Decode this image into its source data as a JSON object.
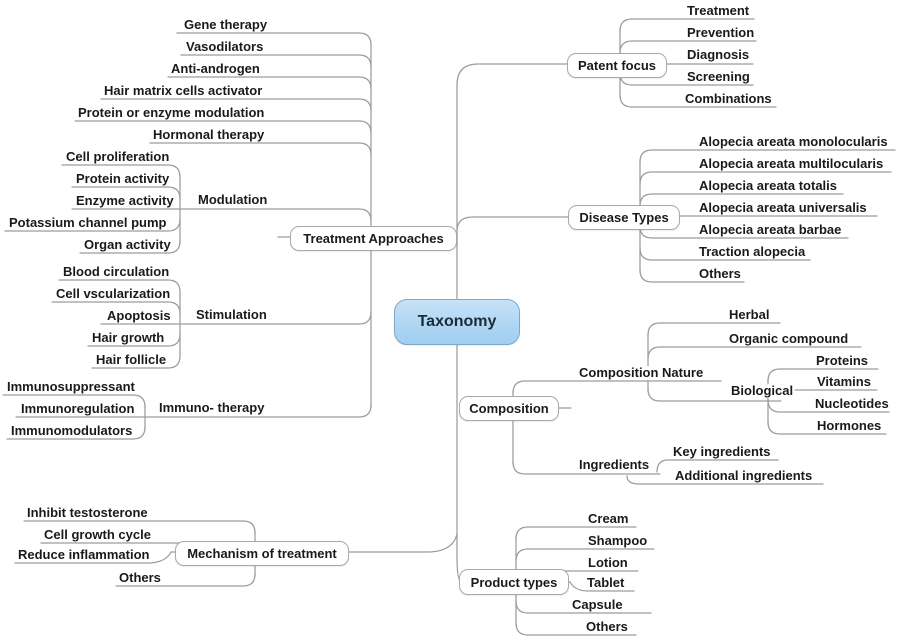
{
  "root": {
    "label": "Taxonomy"
  },
  "colors": {
    "root_fill_top": "#c6e2f8",
    "root_fill_bottom": "#9fcef0",
    "root_border": "#7fa7c6",
    "node_border": "#a9a9a9",
    "line": "#9c9c9c",
    "text": "#1a1a1a",
    "background": "#ffffff"
  },
  "branches": {
    "treatment_approaches": {
      "label": "Treatment Approaches",
      "children": [
        "Gene therapy",
        "Vasodilators",
        "Anti-androgen",
        "Hair matrix cells activator",
        "Protein or enzyme modulation",
        "Hormonal therapy"
      ],
      "subgroups": {
        "modulation": {
          "label": "Modulation",
          "children": [
            "Cell proliferation",
            "Protein activity",
            "Enzyme activity",
            "Potassium channel pump",
            "Organ activity"
          ]
        },
        "stimulation": {
          "label": "Stimulation",
          "children": [
            "Blood circulation",
            "Cell vscularization",
            "Apoptosis",
            "Hair growth",
            "Hair follicle"
          ]
        },
        "immuno_therapy": {
          "label": "Immuno- therapy",
          "children": [
            "Immunosuppressant",
            "Immunoregulation",
            "Immunomodulators"
          ]
        }
      }
    },
    "patent_focus": {
      "label": "Patent focus",
      "children": [
        "Treatment",
        "Prevention",
        "Diagnosis",
        "Screening",
        "Combinations"
      ]
    },
    "disease_types": {
      "label": "Disease Types",
      "children": [
        "Alopecia areata monolocularis",
        "Alopecia areata multilocularis",
        "Alopecia areata totalis",
        "Alopecia areata universalis",
        "Alopecia areata barbae",
        "Traction alopecia",
        "Others"
      ]
    },
    "composition": {
      "label": "Composition",
      "composition_nature": {
        "label": "Composition Nature",
        "children": [
          "Herbal",
          "Organic compound"
        ],
        "biological": {
          "label": "Biological",
          "children": [
            "Proteins",
            "Vitamins",
            "Nucleotides",
            "Hormones"
          ]
        }
      },
      "ingredients": {
        "label": "Ingredients",
        "children": [
          "Key ingredients",
          "Additional ingredients"
        ]
      }
    },
    "product_types": {
      "label": "Product types",
      "children": [
        "Cream",
        "Shampoo",
        "Lotion",
        "Tablet",
        "Capsule",
        "Others"
      ]
    },
    "mechanism_of_treatment": {
      "label": "Mechanism of treatment",
      "children": [
        "Inhibit testosterone",
        "Cell growth cycle",
        "Reduce inflammation",
        "Others"
      ]
    }
  }
}
